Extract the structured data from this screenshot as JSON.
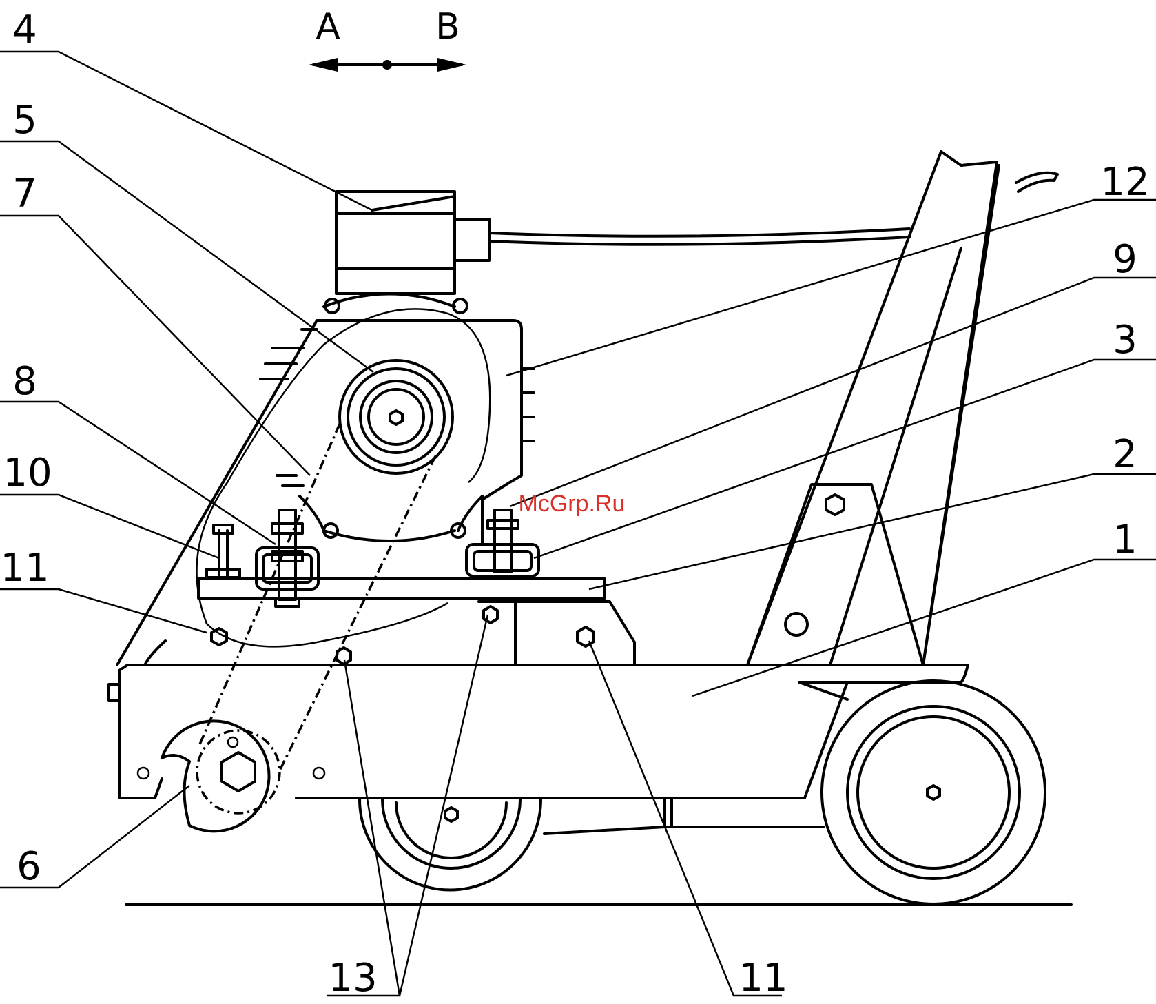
{
  "direction": {
    "left": "A",
    "right": "B"
  },
  "callouts": {
    "c4": "4",
    "c5": "5",
    "c7": "7",
    "c8": "8",
    "c10": "10",
    "c11a": "11",
    "c12": "12",
    "c9": "9",
    "c3": "3",
    "c2": "2",
    "c1": "1",
    "c6": "6",
    "c13": "13",
    "c11b": "11"
  },
  "watermark": "McGrp.Ru"
}
